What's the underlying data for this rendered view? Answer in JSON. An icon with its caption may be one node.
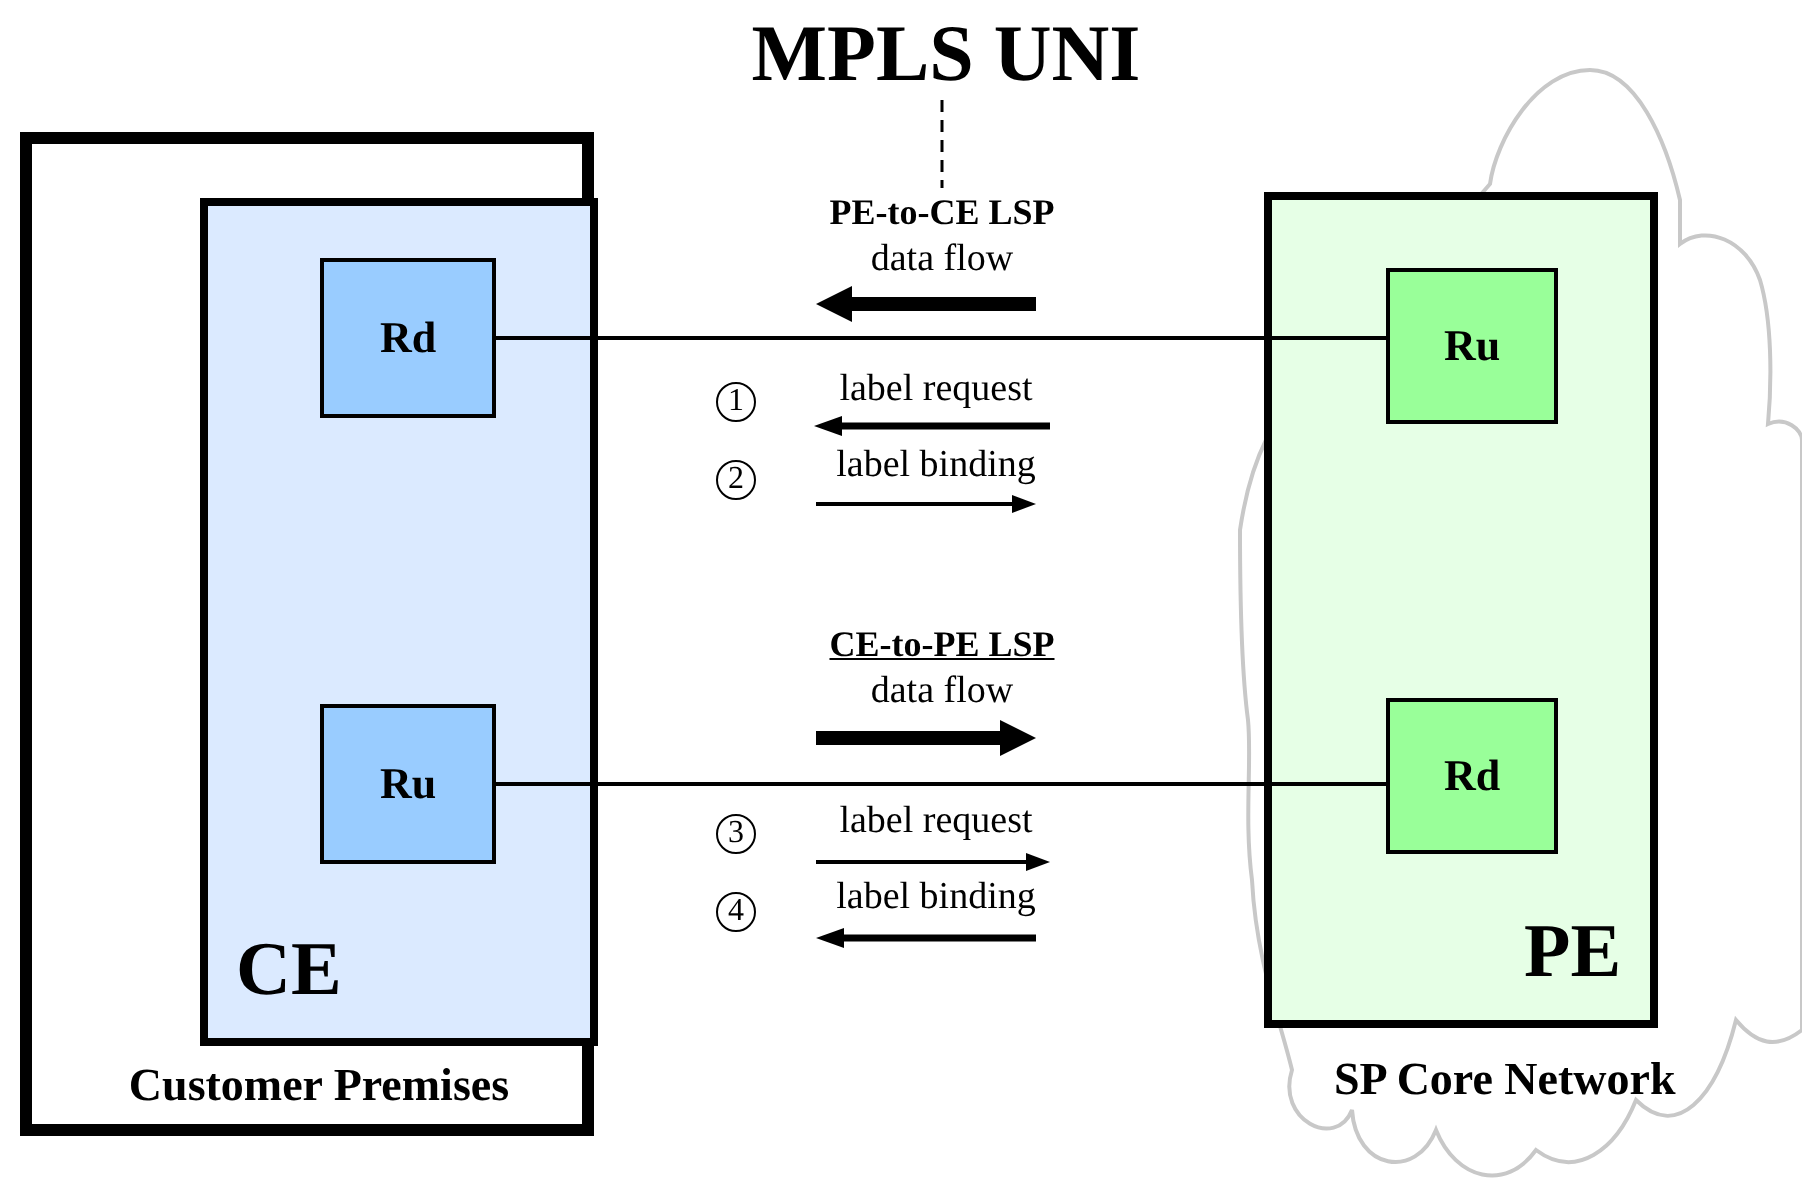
{
  "diagram": {
    "nodes": [
      {
        "text": [
          "Customer Premises"
        ]
      },
      {
        "text": [
          "CE"
        ],
        "in": 0
      },
      {
        "text": [
          "Rd"
        ],
        "in": 1
      },
      {
        "text": [
          "Ru"
        ],
        "in": 1
      },
      {
        "text": [
          "SP Core Network"
        ]
      },
      {
        "text": [
          "PE"
        ],
        "in": 4
      },
      {
        "text": [
          "Ru"
        ],
        "in": 5
      },
      {
        "text": [
          "Rd"
        ],
        "in": 5
      },
      {
        "text": [
          "MPLS UNI"
        ]
      },
      {
        "text": [
          "PE-to-CE LSP",
          "data flow"
        ]
      }
    ],
    "edges": [
      {
        "from": 2,
        "to": 6,
        "arrow": "none"
      },
      {
        "from": 3,
        "to": 7,
        "arrow": "none"
      },
      {
        "from": 8,
        "to": 9,
        "arrow": "none",
        "style": "dashed"
      }
    ],
    "labels": [
      "1",
      "label request",
      "2",
      "label binding",
      "CE-to-PE LSP",
      "data flow",
      "3",
      "label request",
      "4",
      "label binding"
    ]
  }
}
